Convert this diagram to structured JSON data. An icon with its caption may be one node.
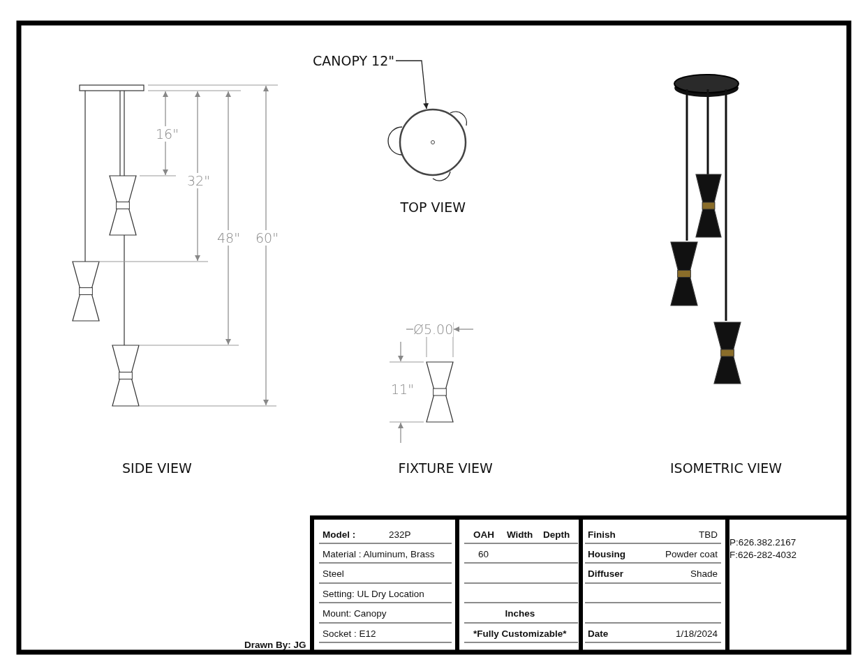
{
  "diagram": {
    "nodes": [
      {
        "text": [
          "CANOPY 12\""
        ]
      },
      {
        "text": [],
        "shape": "circle"
      }
    ],
    "edges": [
      {
        "from": 0,
        "to": 1,
        "arrow": "to"
      }
    ],
    "labels": [
      "16\"",
      "32\"",
      "48\"",
      "60\"",
      "TOP VIEW",
      "Ø5.00",
      "11\"",
      "SIDE VIEW",
      "FIXTURE VIEW",
      "ISOMETRIC VIEW",
      "Model :",
      "232P",
      "Material : Aluminum, Brass",
      "Steel",
      "Setting: UL Dry Location",
      "Mount: Canopy",
      "Socket : E12",
      "OAH",
      "Width",
      "Depth",
      "60",
      "Inches",
      "*Fully Customizable*",
      "Finish",
      "TBD",
      "Housing",
      "Powder coat",
      "Diffuser",
      "Shade",
      "Date",
      "1/18/2024",
      "P:626.382.2167",
      "F:626-282-4032",
      "Drawn By: JG"
    ]
  }
}
